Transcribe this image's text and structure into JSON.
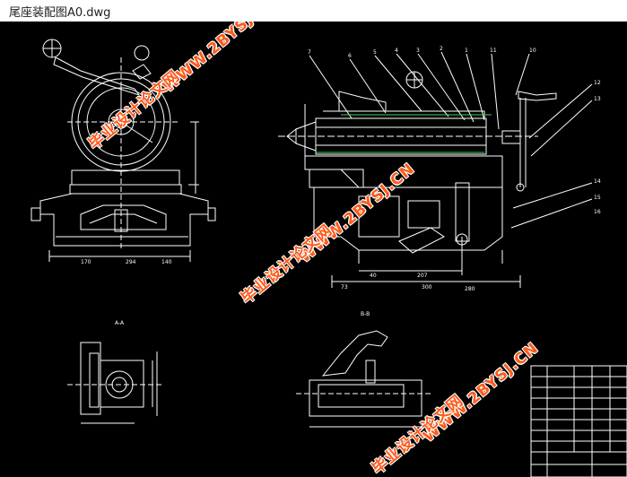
{
  "window": {
    "title": "尾座装配图A0.dwg"
  },
  "drawing": {
    "background": "#000000",
    "line_color": "#ffffff",
    "accent_green": "#39d353",
    "section_labels": [
      "A-A",
      "B-B"
    ],
    "dims_left_view": [
      "170",
      "294",
      "140"
    ],
    "dims_right_view": [
      "73",
      "300",
      "40",
      "207",
      "280"
    ],
    "balloon_numbers": [
      "7",
      "6",
      "5",
      "4",
      "3",
      "2",
      "1",
      "11",
      "10",
      "12",
      "13",
      "14",
      "15",
      "16"
    ]
  },
  "watermarks": {
    "site": "WWW.2BYSJ.CN",
    "cn": "毕业设计论文网",
    "color": "#ff5a1a"
  }
}
